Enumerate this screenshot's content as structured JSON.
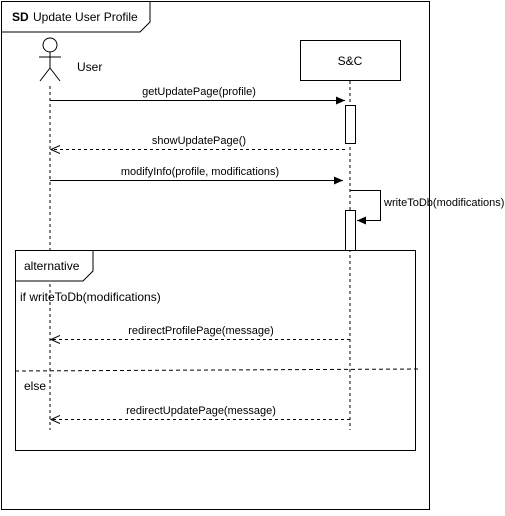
{
  "frame": {
    "keyword": "SD",
    "title": "Update User Profile"
  },
  "lifelines": {
    "user": {
      "label": "User",
      "icon": "stick-figure-icon"
    },
    "system": {
      "label": "S&C"
    }
  },
  "messages": {
    "m1": "getUpdatePage(profile)",
    "m2": "showUpdatePage()",
    "m3": "modifyInfo(profile, modifications)",
    "m4": "writeToDb(modifications)",
    "m5": "redirectProfilePage(message)",
    "m6": "redirectUpdatePage(message)"
  },
  "fragment": {
    "operator": "alternative",
    "guard": "if writeToDb(modifications)",
    "else_label": "else"
  }
}
